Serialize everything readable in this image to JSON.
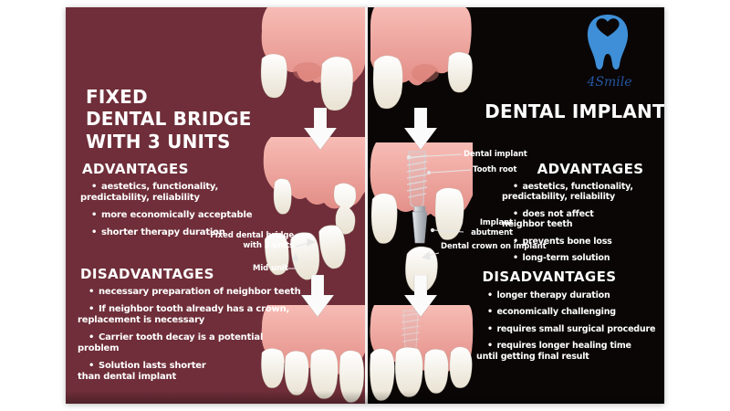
{
  "poster": {
    "left_panel": {
      "background_color": "#6f2e39",
      "title_lines": [
        "FIXED",
        "DENTAL BRIDGE",
        "WITH 3 UNITS"
      ],
      "advantages_heading": "ADVANTAGES",
      "advantages": [
        "aestetics, functionality, predictability, reliability",
        "more economically acceptable",
        "shorter therapy duration"
      ],
      "disadvantages_heading": "DISADVANTAGES",
      "disadvantages": [
        "necessary preparation of neighbor teeth",
        "If neighbor tooth already has a crown, replacement is necessary",
        "Carrier tooth decay is a potential problem",
        "Solution lasts shorter than dental implant"
      ],
      "labels": {
        "bridge_line1": "Fixed dental bridge",
        "bridge_line2": "with 3 units",
        "mid_unit": "Mid unit"
      }
    },
    "right_panel": {
      "background_color": "#0a0606",
      "brand": "4Smile",
      "logo_tooth_color": "#3e8fd8",
      "brand_text_color": "#2456a0",
      "title": "DENTAL IMPLANT",
      "advantages_heading": "ADVANTAGES",
      "advantages": [
        "aestetics, functionality, predictability, reliability",
        "does not affect neighbor teeth",
        "prevents bone loss",
        "long-term solution"
      ],
      "disadvantages_heading": "DISADVANTAGES",
      "disadvantages": [
        "longer therapy duration",
        "economically challenging",
        "requires small surgical procedure",
        "requires longer healing time until getting final result"
      ],
      "labels": {
        "dental_implant": "Dental implant",
        "tooth_root": "Tooth root",
        "implant_abutment": "Implant abutment",
        "dental_crown": "Dental crown on implant"
      }
    }
  }
}
